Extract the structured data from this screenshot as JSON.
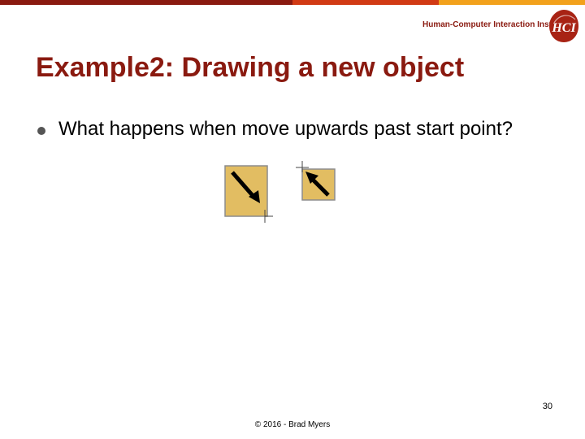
{
  "header": {
    "institute_name": "Human-Computer Interaction Institute",
    "logo_text": "HCI",
    "bar_colors": [
      "#8a1a10",
      "#d13a14",
      "#f2a11c"
    ]
  },
  "slide": {
    "title": "Example2: Drawing a new object",
    "bullets": [
      {
        "text": "What happens when move upwards past start point?"
      }
    ],
    "colors": {
      "title": "#8a1a10",
      "box_fill": "#e2bd62",
      "box_stroke": "#8c8c8c"
    }
  },
  "icons": {
    "figure1": "arrow-down-right-icon",
    "figure2": "arrow-up-left-icon"
  },
  "footer": {
    "page_number": "30",
    "copyright": "© 2016 - Brad Myers"
  }
}
